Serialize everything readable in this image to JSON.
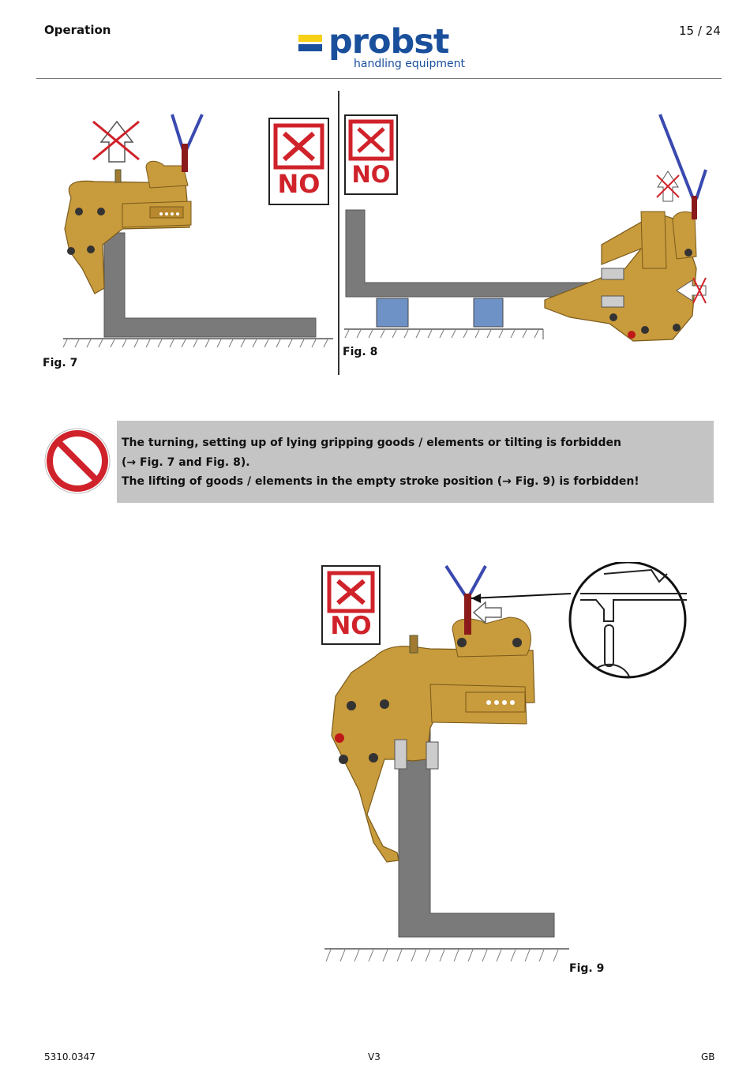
{
  "header": {
    "section_title": "Operation",
    "page_number": "15 / 24",
    "logo_word": "probst",
    "logo_subtitle": "handling equipment"
  },
  "figures": {
    "fig7_label": "Fig. 7",
    "fig8_label": "Fig. 8",
    "fig9_label": "Fig. 9",
    "no_sign_text": "NO"
  },
  "warning": {
    "line1": "The turning, setting up of lying gripping goods / elements or tilting is forbidden",
    "line2": "(→ Fig. 7 and Fig. 8).",
    "line3": "The lifting of goods / elements in the empty stroke position (→  Fig. 9) is forbidden!"
  },
  "footer": {
    "doc_number": "5310.0347",
    "version": "V3",
    "language": "GB"
  },
  "colors": {
    "brand_blue": "#1a4f9c",
    "brand_yellow": "#f7d117",
    "clamp_gold": "#c89b3c",
    "no_red": "#d0222a",
    "element_gray": "#7a7a7a",
    "warning_bg": "#c4c4c4",
    "sling_blue": "#3a49b0"
  }
}
